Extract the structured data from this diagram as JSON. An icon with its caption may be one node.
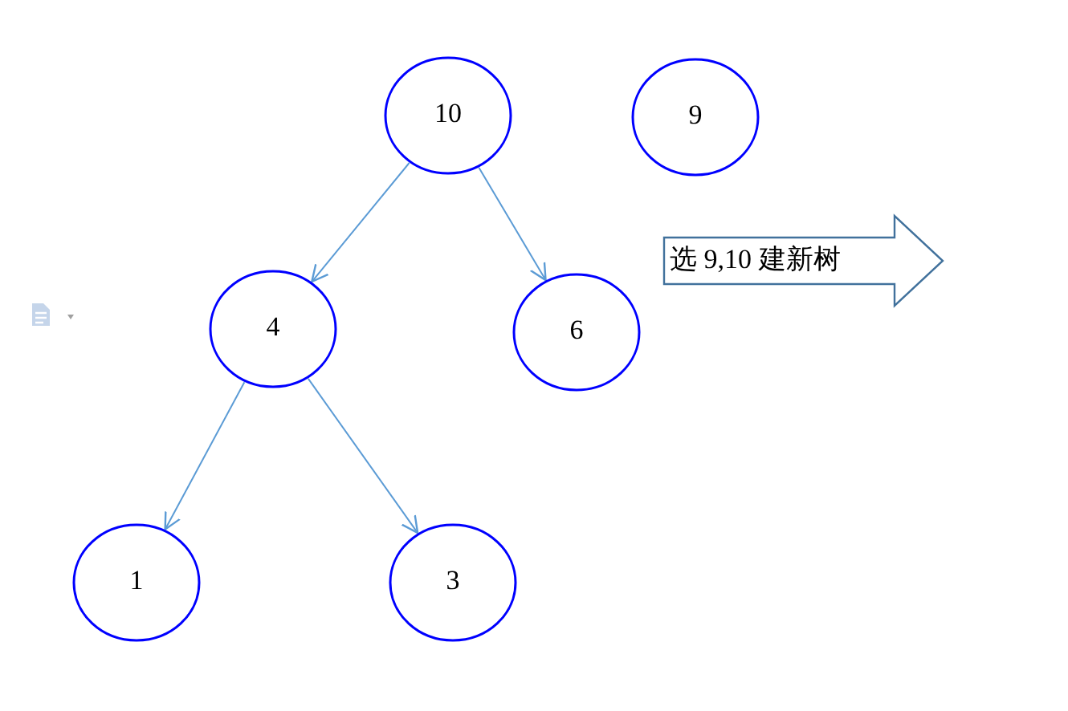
{
  "diagram": {
    "nodes": [
      {
        "text": [
          "10"
        ]
      },
      {
        "text": [
          "9"
        ]
      },
      {
        "text": [
          "选 9,10 建新树"
        ]
      },
      {
        "text": [
          "4"
        ]
      },
      {
        "text": [
          "6"
        ]
      },
      {
        "text": [
          "1"
        ]
      },
      {
        "text": [
          "3"
        ]
      }
    ],
    "edges": [
      {
        "from": 0,
        "to": 3,
        "arrow": "to"
      },
      {
        "from": 0,
        "to": 4,
        "arrow": "to"
      },
      {
        "from": 3,
        "to": 5,
        "arrow": "to"
      },
      {
        "from": 3,
        "to": 6,
        "arrow": "to"
      }
    ]
  }
}
